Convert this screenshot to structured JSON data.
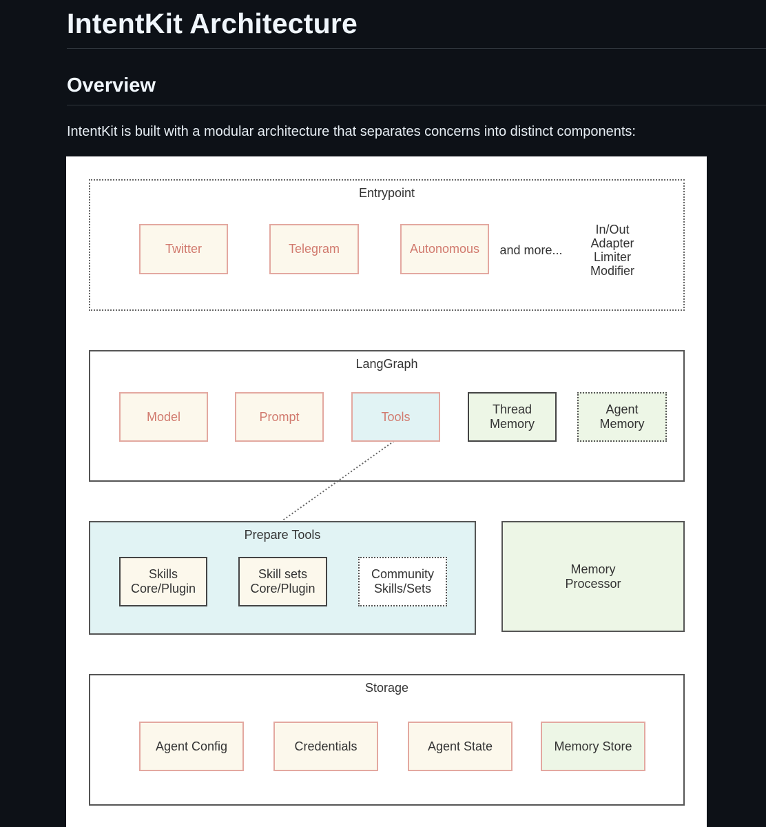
{
  "page": {
    "title": "IntentKit Architecture",
    "section_title": "Overview",
    "intro": "IntentKit is built with a modular architecture that separates concerns into distinct components:"
  },
  "diagram": {
    "entrypoint": {
      "title": "Entrypoint",
      "twitter": "Twitter",
      "telegram": "Telegram",
      "autonomous": "Autonomous",
      "more": "and more...",
      "features": [
        "In/Out",
        "Adapter",
        "Limiter",
        "Modifier"
      ]
    },
    "langgraph": {
      "title": "LangGraph",
      "model": "Model",
      "prompt": "Prompt",
      "tools": "Tools",
      "thread_memory": [
        "Thread",
        "Memory"
      ],
      "agent_memory": [
        "Agent",
        "Memory"
      ]
    },
    "prepare_tools": {
      "title": "Prepare Tools",
      "skills": [
        "Skills",
        "Core/Plugin"
      ],
      "skill_sets": [
        "Skill sets",
        "Core/Plugin"
      ],
      "community": [
        "Community",
        "Skills/Sets"
      ]
    },
    "memory_processor": [
      "Memory",
      "Processor"
    ],
    "storage": {
      "title": "Storage",
      "agent_config": "Agent Config",
      "credentials": "Credentials",
      "agent_state": "Agent State",
      "memory_store": "Memory Store"
    }
  }
}
